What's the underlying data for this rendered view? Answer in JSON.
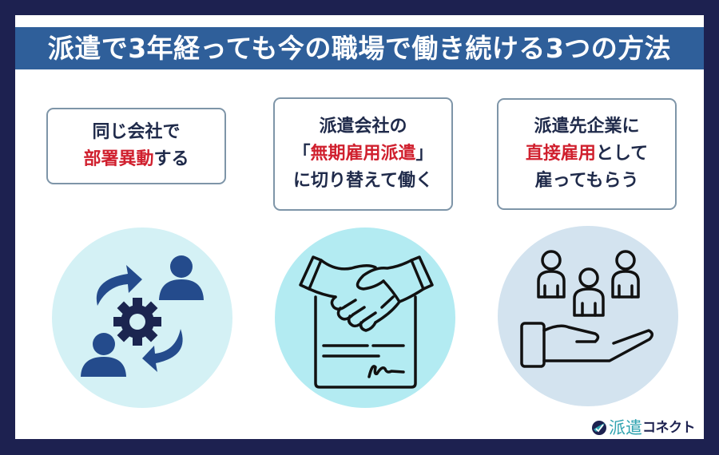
{
  "title": "派遣で3年経っても今の職場で働き続ける3つの方法",
  "colors": {
    "frame": "#1d2150",
    "banner": "#2f5f9a",
    "highlight_red": "#d0202e",
    "text_navy": "#1f2a4a",
    "icon_blue": "#244b8c",
    "icon_navy": "#1b2550"
  },
  "methods": [
    {
      "lines": [
        {
          "parts": [
            {
              "text": "同じ会社で",
              "hl": false
            }
          ]
        },
        {
          "parts": [
            {
              "text": "部署異動",
              "hl": true
            },
            {
              "text": "する",
              "hl": false
            }
          ]
        }
      ],
      "icon": "gear-people-rotation-icon"
    },
    {
      "lines": [
        {
          "parts": [
            {
              "text": "派遣会社の",
              "hl": false
            }
          ]
        },
        {
          "parts": [
            {
              "text": "「",
              "hl": false
            },
            {
              "text": "無期雇用派遣",
              "hl": true
            },
            {
              "text": "」",
              "hl": false
            }
          ]
        },
        {
          "parts": [
            {
              "text": "に切り替えて働く",
              "hl": false
            }
          ]
        }
      ],
      "icon": "handshake-contract-icon"
    },
    {
      "lines": [
        {
          "parts": [
            {
              "text": "派遣先企業に",
              "hl": false
            }
          ]
        },
        {
          "parts": [
            {
              "text": "直接雇用",
              "hl": true
            },
            {
              "text": "として",
              "hl": false
            }
          ]
        },
        {
          "parts": [
            {
              "text": "雇ってもらう",
              "hl": false
            }
          ]
        }
      ],
      "icon": "hand-holding-people-icon"
    }
  ],
  "logo": {
    "part_a": "派遣",
    "part_b": "コネクト"
  }
}
